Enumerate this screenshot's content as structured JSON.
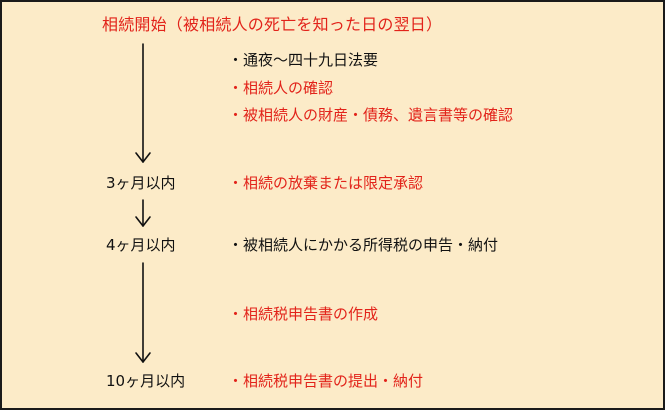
{
  "diagram": {
    "title": "相続開始（被相続人の死亡を知った日の翌日）",
    "milestones": [
      {
        "label": "3ヶ月以内"
      },
      {
        "label": "4ヶ月以内"
      },
      {
        "label": "10ヶ月以内"
      }
    ],
    "tasks": [
      {
        "text": "・通夜～四十九日法要",
        "color": "#111111"
      },
      {
        "text": "・相続人の確認",
        "color": "#e2231a"
      },
      {
        "text": "・被相続人の財産・債務、遺言書等の確認",
        "color": "#e2231a"
      },
      {
        "text": "・相続の放棄または限定承認",
        "color": "#e2231a"
      },
      {
        "text": "・被相続人にかかる所得税の申告・納付",
        "color": "#111111"
      },
      {
        "text": "・相続税申告書の作成",
        "color": "#e2231a"
      },
      {
        "text": "・相続税申告書の提出・納付",
        "color": "#e2231a"
      }
    ],
    "colors": {
      "background": "#fcebc8",
      "accent": "#e2231a",
      "text": "#111111",
      "border": "#1a1a1a"
    }
  }
}
